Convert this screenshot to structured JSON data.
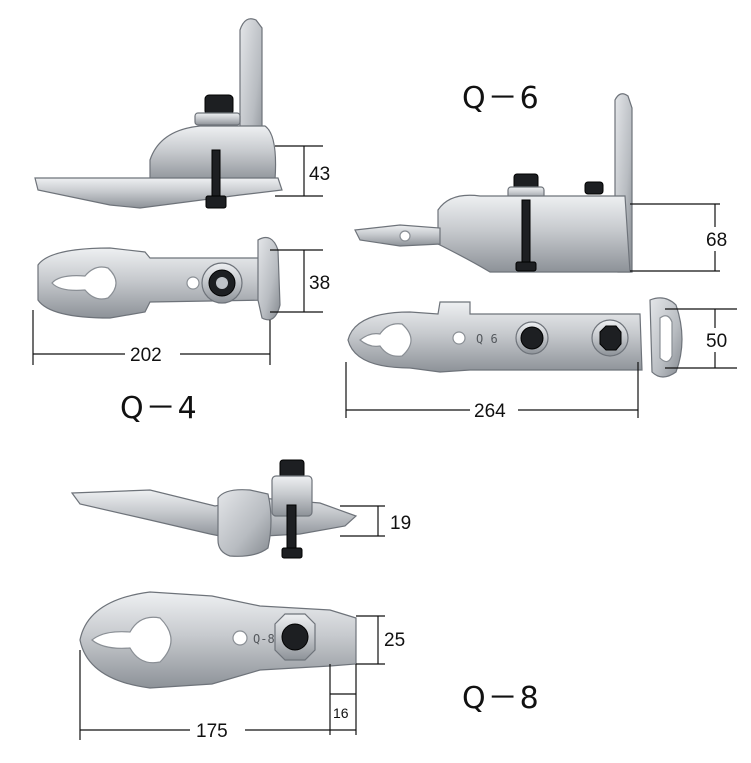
{
  "products": [
    {
      "model": "Q－4",
      "dimensions": {
        "height": "43",
        "width": "38",
        "length": "202"
      }
    },
    {
      "model": "Q－6",
      "dimensions": {
        "height": "68",
        "width": "50",
        "length": "264"
      },
      "engraving": "Q 6"
    },
    {
      "model": "Q－8",
      "dimensions": {
        "height": "19",
        "width": "25",
        "tip": "16",
        "length": "175"
      },
      "engraving": "Q-8"
    }
  ],
  "colors": {
    "steel": "#c9ccd0",
    "bolt": "#1d1f22",
    "background": "#ffffff"
  }
}
